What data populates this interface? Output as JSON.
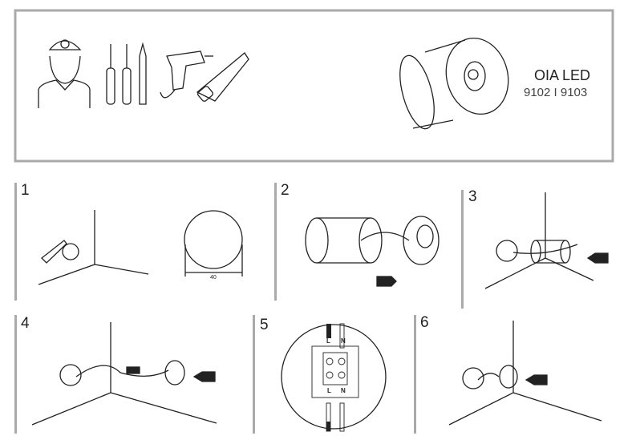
{
  "product": {
    "name": "OIA LED",
    "codes": "9102 I 9103"
  },
  "steps": [
    {
      "number": "1",
      "dimension_label": "40"
    },
    {
      "number": "2"
    },
    {
      "number": "3"
    },
    {
      "number": "4"
    },
    {
      "number": "5",
      "terminal_labels_top": [
        "L",
        "N"
      ],
      "terminal_labels_bottom": [
        "L",
        "N"
      ]
    },
    {
      "number": "6"
    }
  ],
  "colors": {
    "frame": "#aaaaaa",
    "line": "#222222"
  }
}
